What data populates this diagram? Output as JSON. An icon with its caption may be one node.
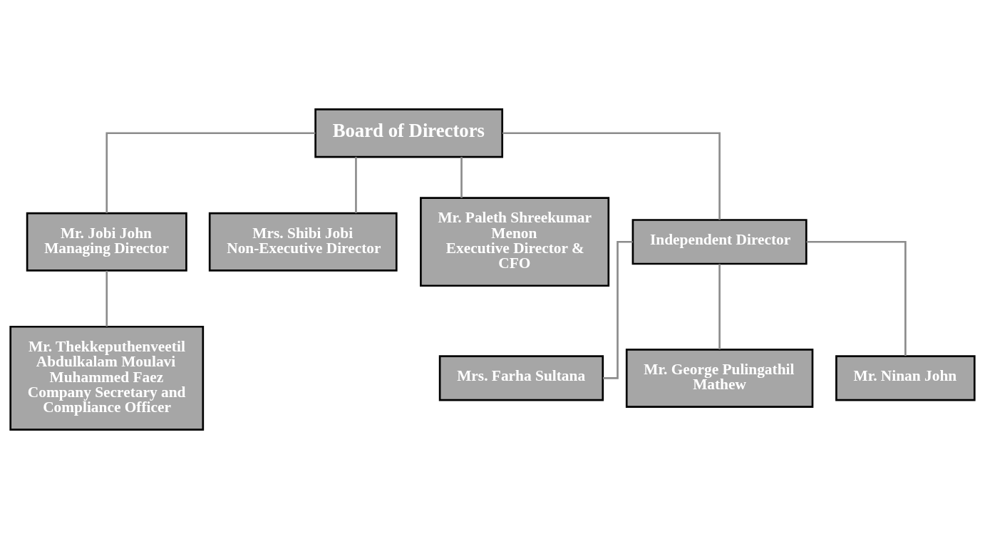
{
  "diagram": {
    "nodes": [
      {
        "text": [
          "Board of Directors"
        ]
      },
      {
        "text": [
          "Mr. Jobi John",
          "Managing Director"
        ]
      },
      {
        "text": [
          "Mrs. Shibi Jobi",
          "Non-Executive Director"
        ]
      },
      {
        "text": [
          "Mr. Paleth Shreekumar Menon",
          "Executive Director & CFO"
        ]
      },
      {
        "text": [
          "Independent Director"
        ]
      },
      {
        "text": [
          "Mr. Thekkeputhenveetil Abdulkalam Moulavi Muhammed Faez",
          "Company Secretary and Compliance Officer"
        ]
      },
      {
        "text": [
          "Mrs. Farha Sultana"
        ]
      },
      {
        "text": [
          "Mr. George Pulingathil Mathew"
        ]
      },
      {
        "text": [
          "Mr. Ninan John"
        ]
      }
    ],
    "edges": [
      {
        "from": 0,
        "to": 1,
        "arrow": "none"
      },
      {
        "from": 0,
        "to": 2,
        "arrow": "none"
      },
      {
        "from": 0,
        "to": 3,
        "arrow": "none"
      },
      {
        "from": 0,
        "to": 4,
        "arrow": "none"
      },
      {
        "from": 1,
        "to": 5,
        "arrow": "none"
      },
      {
        "from": 4,
        "to": 6,
        "arrow": "none"
      },
      {
        "from": 4,
        "to": 7,
        "arrow": "none"
      },
      {
        "from": 4,
        "to": 8,
        "arrow": "none"
      }
    ]
  }
}
